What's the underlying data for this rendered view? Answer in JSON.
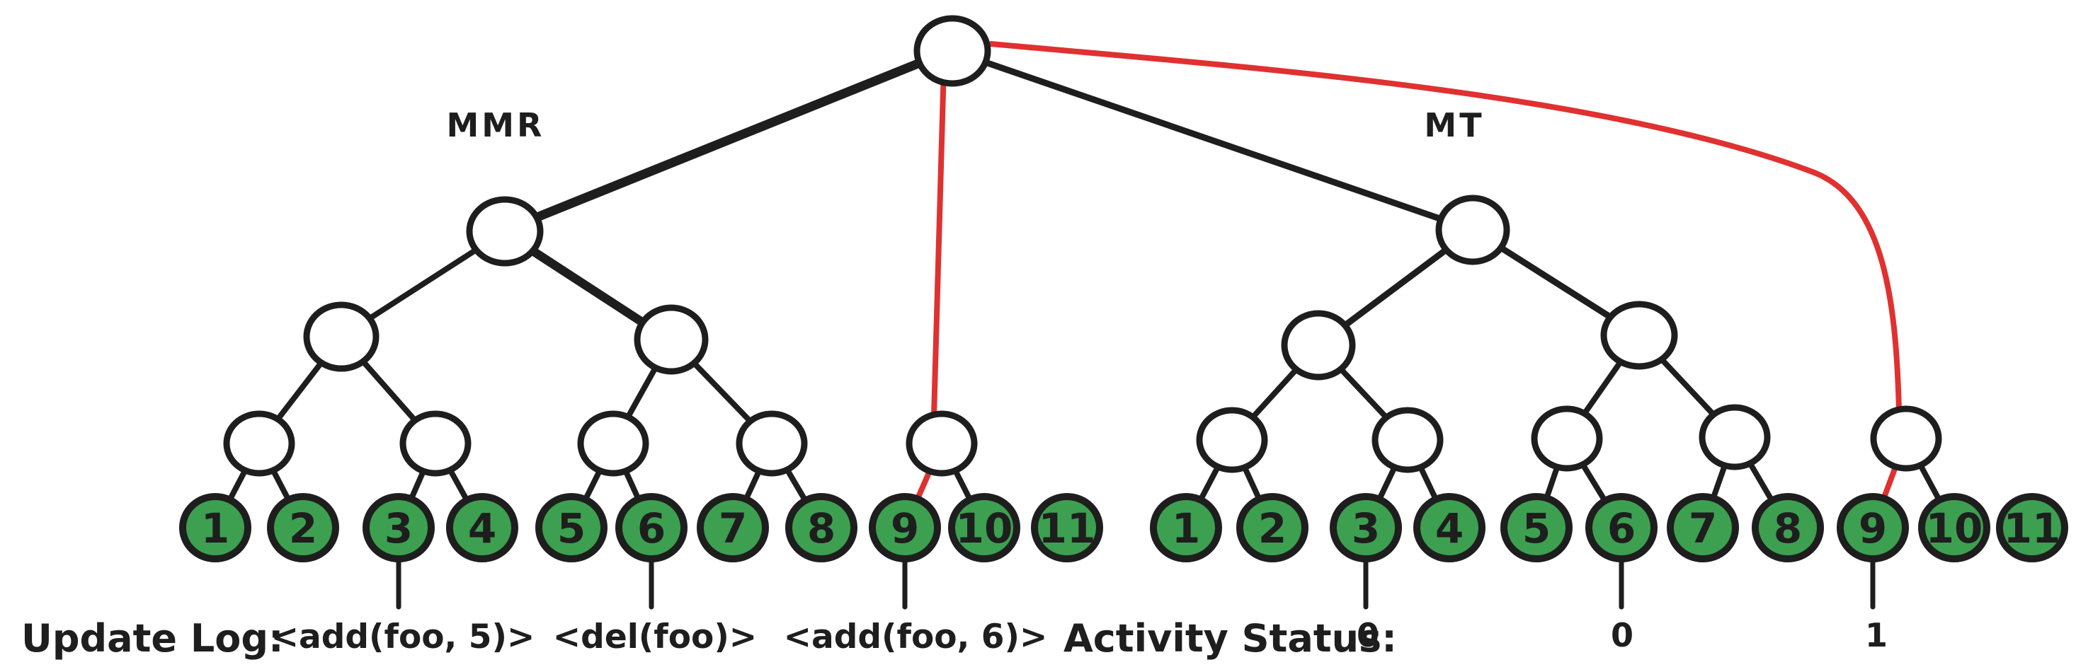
{
  "diagram": {
    "tree_labels": {
      "left": "MMR",
      "right": "MT"
    },
    "leaf_labels": [
      "1",
      "2",
      "3",
      "4",
      "5",
      "6",
      "7",
      "8",
      "9",
      "10",
      "11"
    ],
    "update_log": {
      "label": "Update Log:",
      "entries": [
        "<add(foo, 5)>",
        "<del(foo)>",
        "<add(foo, 6)>"
      ]
    },
    "activity_status": {
      "label": "Activity Status:",
      "values": [
        "0",
        "0",
        "1"
      ]
    },
    "colors": {
      "ink": "#1e1e1e",
      "highlight_red": "#e03131",
      "leaf_green": "#3ca050",
      "node_fill": "#ffffff",
      "background": "#ffffff"
    }
  }
}
